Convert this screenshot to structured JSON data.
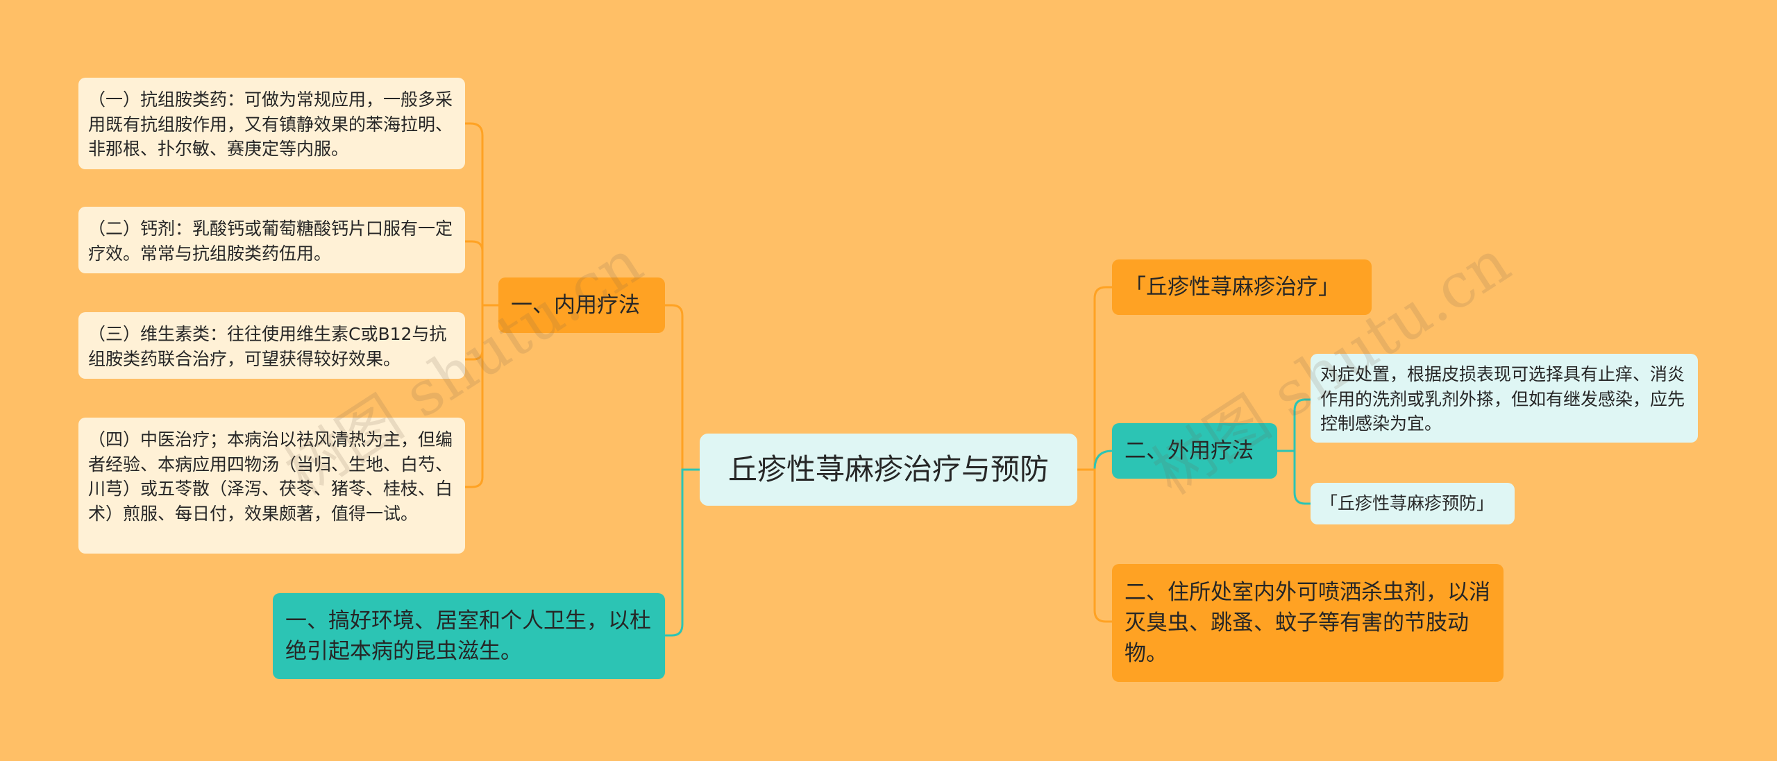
{
  "center": {
    "label": "丘疹性荨麻疹治疗与预防"
  },
  "left": {
    "branch_internal": {
      "label": "一、内用疗法"
    },
    "internal_items": [
      "（一）抗组胺类药：可做为常规应用，一般多采用既有抗组胺作用，又有镇静效果的苯海拉明、非那根、扑尔敏、赛庚定等内服。",
      "（二）钙剂：乳酸钙或葡萄糖酸钙片口服有一定疗效。常常与抗组胺类药伍用。",
      "（三）维生素类：往往使用维生素C或B12与抗组胺类药联合治疗，可望获得较好效果。",
      "（四）中医治疗；本病治以祛风清热为主，但编者经验、本病应用四物汤（当归、生地、白芍、川芎）或五苓散（泽泻、茯苓、猪苓、桂枝、白术）煎服、每日付，效果颇著，值得一试。"
    ],
    "prevention_1": {
      "label": "一、搞好环境、居室和个人卫生，以杜绝引起本病的昆虫滋生。"
    }
  },
  "right": {
    "treatment_title": {
      "label": "「丘疹性荨麻疹治疗」"
    },
    "branch_external": {
      "label": "二、外用疗法"
    },
    "external_detail": "对症处置，根据皮损表现可选择具有止痒、消炎作用的洗剂或乳剂外搽，但如有继发感染，应先控制感染为宜。",
    "prevention_title": "「丘疹性荨麻疹预防」",
    "prevention_2": {
      "label": "二、住所处室内外可喷洒杀虫剂，以消灭臭虫、跳蚤、蚊子等有害的节肢动物。"
    }
  },
  "watermark": "树图 shutu.cn",
  "colors": {
    "background": "#FFBF66",
    "orange": "#FFA223",
    "teal": "#2CC4B4",
    "cream": "#FFF1D6",
    "cyan": "#DFF6F4"
  }
}
